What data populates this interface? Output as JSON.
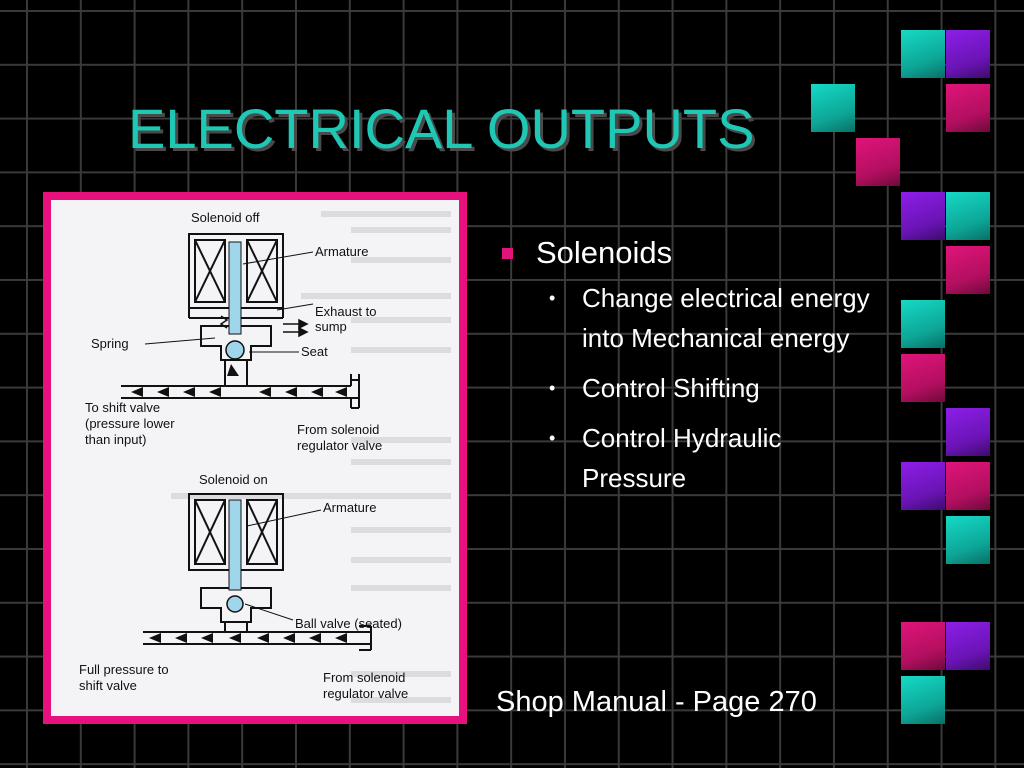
{
  "slide": {
    "title": "ELECTRICAL OUTPUTS",
    "footer": "Shop Manual - Page 270"
  },
  "bullets": {
    "main": "Solenoids",
    "sub": [
      "Change electrical energy into Mechanical energy",
      "Control Shifting",
      "Control Hydraulic Pressure"
    ]
  },
  "diagram": {
    "top": {
      "heading": "Solenoid off",
      "armature": "Armature",
      "exhaust": [
        "Exhaust to",
        "sump"
      ],
      "spring": "Spring",
      "seat": "Seat",
      "to_shift": [
        "To shift valve",
        "(pressure lower",
        "than input)"
      ],
      "from_reg": [
        "From solenoid",
        "regulator valve"
      ]
    },
    "bottom": {
      "heading": "Solenoid on",
      "armature": "Armature",
      "ball_valve": "Ball valve (seated)",
      "full_pressure": [
        "Full pressure to",
        "shift valve"
      ],
      "from_reg": [
        "From solenoid",
        "regulator valve"
      ]
    }
  },
  "colors": {
    "accent_teal": "#1ec8b4",
    "accent_magenta": "#e0147a",
    "accent_purple": "#7a18d0",
    "background": "#000000"
  }
}
